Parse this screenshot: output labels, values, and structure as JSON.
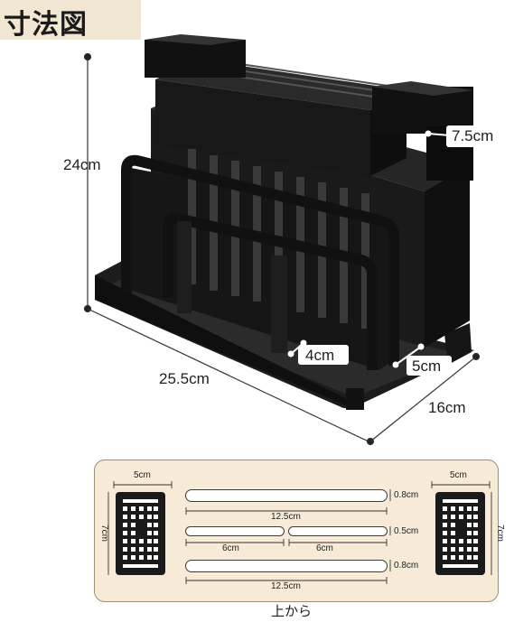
{
  "header": {
    "title": "寸法図"
  },
  "product_dimensions": {
    "height": "24cm",
    "width": "25.5cm",
    "depth": "16cm",
    "holder_size": "7.5cm",
    "gap_front": "4cm",
    "gap_side": "5cm"
  },
  "top_view": {
    "caption": "上から",
    "left_holder_width": "5cm",
    "right_holder_width": "5cm",
    "left_holder_height": "7cm",
    "right_holder_height": "7cm",
    "slot1_length": "12.5cm",
    "slot1_width": "0.8cm",
    "slot2a_length": "6cm",
    "slot2b_length": "6cm",
    "slot2_width": "0.5cm",
    "slot3_length": "12.5cm",
    "slot3_width": "0.8cm"
  },
  "colors": {
    "product": "#141414",
    "title_bg": "#f1e6d2",
    "box_bg": "#f7ead7"
  }
}
